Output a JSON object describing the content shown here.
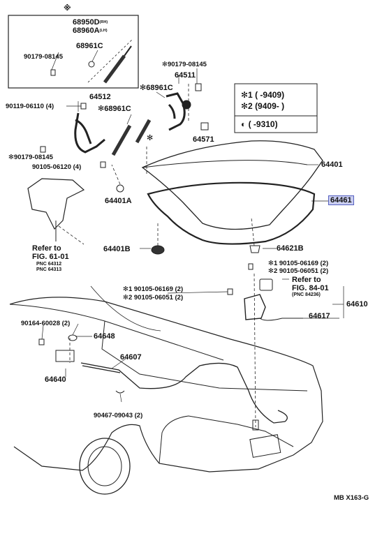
{
  "labels": {
    "asterisk_top": "※",
    "p68950d": "68950D",
    "p68950d_suffix": "(RH)",
    "p68960a": "68960A",
    "p68960a_suffix": "(LH)",
    "p68961c_box": "68961C",
    "p90179_box": "90179-08145",
    "p90179_top": "✻90179-08145",
    "p64511": "64511",
    "p64512": "64512",
    "p90119": "90119-06110 (4)",
    "p68961c_a": "✻68961C",
    "p68961c_b": "✻68961C",
    "p90179_left": "✻90179-08145",
    "p90105_06120": "90105-06120 (4)",
    "p64571": "64571",
    "star_lone": "✻",
    "p64401": "64401",
    "p64401a": "64401A",
    "p64461": "64461",
    "p64401b": "64401B",
    "p64621b": "64621B",
    "p90105_06169_r": "✻1 90105-06169 (2)",
    "p90105_06051_r": "✻2 90105-06051 (2)",
    "refer84": "Refer to",
    "fig84": "FIG. 84-01",
    "pnc84": "(PNC 84236)",
    "p90105_06169_c": "✻1 90105-06169 (2)",
    "p90105_06051_c": "✻2 90105-06051 (2)",
    "p64610": "64610",
    "p64617": "64617",
    "refer61": "Refer to",
    "fig61": "FIG. 61-01",
    "pnc64312": "PNC 64312",
    "pnc64313": "PNC 64313",
    "p90164": "90164-60028 (2)",
    "p64648": "64648",
    "p64607": "64607",
    "p64640": "64640",
    "p90467": "90467-09043 (2)",
    "footer_code": "MB X163-G"
  },
  "legend": {
    "row1": "✻1 (        -9409)",
    "row2": "✻2 (9409-        )",
    "row3": "◐ (        -9310)"
  }
}
